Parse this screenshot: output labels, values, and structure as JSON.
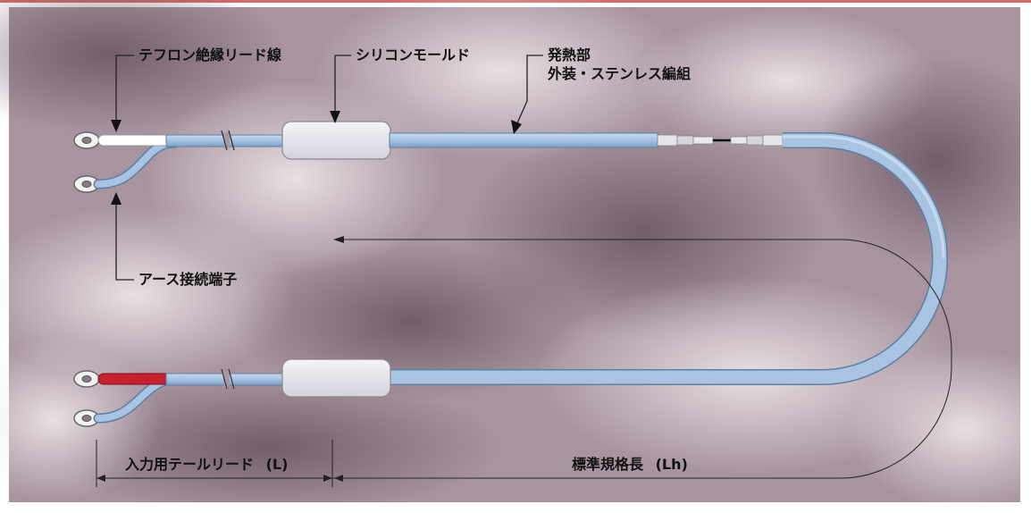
{
  "labels": {
    "teflon_lead": "テフロン絶縁リード線",
    "silicone_mold": "シリコンモールド",
    "heating_part_line1": "発熱部",
    "heating_part_line2": "外装・ステンレス編組",
    "earth_terminal": "アース接続端子",
    "input_tail_lead": "入力用テールリード",
    "input_tail_symbol": "(L)",
    "standard_length": "標準規格長",
    "standard_length_symbol": "(Lh)"
  },
  "colors": {
    "background_light": "#b3a4ad",
    "background_dark": "#7b6a75",
    "cable_blue": "#a8c4e2",
    "cable_edge": "#5d7fa4",
    "mold": "#e6e7ee",
    "teflon_white": "#ffffff",
    "teflon_red": "#c8202e",
    "frame_accent": "#d46a6a"
  }
}
